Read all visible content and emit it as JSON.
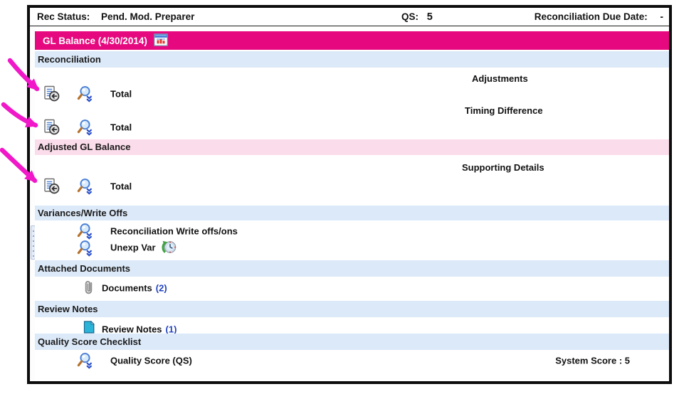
{
  "colors": {
    "accent_magenta": "#E6087E",
    "arrow_magenta": "#F018C8",
    "section_header_blue": "#DCE9F8",
    "section_header_pink": "#FBDCEA",
    "count_link_blue": "#2143BD"
  },
  "status_bar": {
    "rec_status_label": "Rec Status:",
    "rec_status_value": "Pend. Mod. Preparer",
    "qs_label": "QS:",
    "qs_value": "5",
    "due_date_label": "Reconciliation Due Date:",
    "due_date_value": "-"
  },
  "panel": {
    "title": "GL Balance (4/30/2014)",
    "title_icon": "calendar-chart-icon"
  },
  "sections": {
    "reconciliation": {
      "title": "Reconciliation",
      "adjustments_label": "Adjustments",
      "timing_label": "Timing Difference",
      "rows": {
        "total1": "Total",
        "total2": "Total"
      }
    },
    "adjusted_gl": {
      "title": "Adjusted GL Balance",
      "supporting_label": "Supporting Details",
      "row_total": "Total"
    },
    "variances": {
      "title": "Variances/Write Offs",
      "row_writeoffs": "Reconciliation Write offs/ons",
      "row_unexp": "Unexp Var"
    },
    "attached_documents": {
      "title": "Attached Documents",
      "row_label": "Documents",
      "count": "(2)"
    },
    "review_notes": {
      "title": "Review Notes",
      "row_label": "Review Notes",
      "count": "(1)"
    },
    "quality_score": {
      "title": "Quality Score Checklist",
      "row_label": "Quality Score (QS)",
      "system_score": "System Score : 5"
    }
  },
  "annotations": {
    "arrow_count": 3,
    "arrow_color": "#F018C8"
  }
}
